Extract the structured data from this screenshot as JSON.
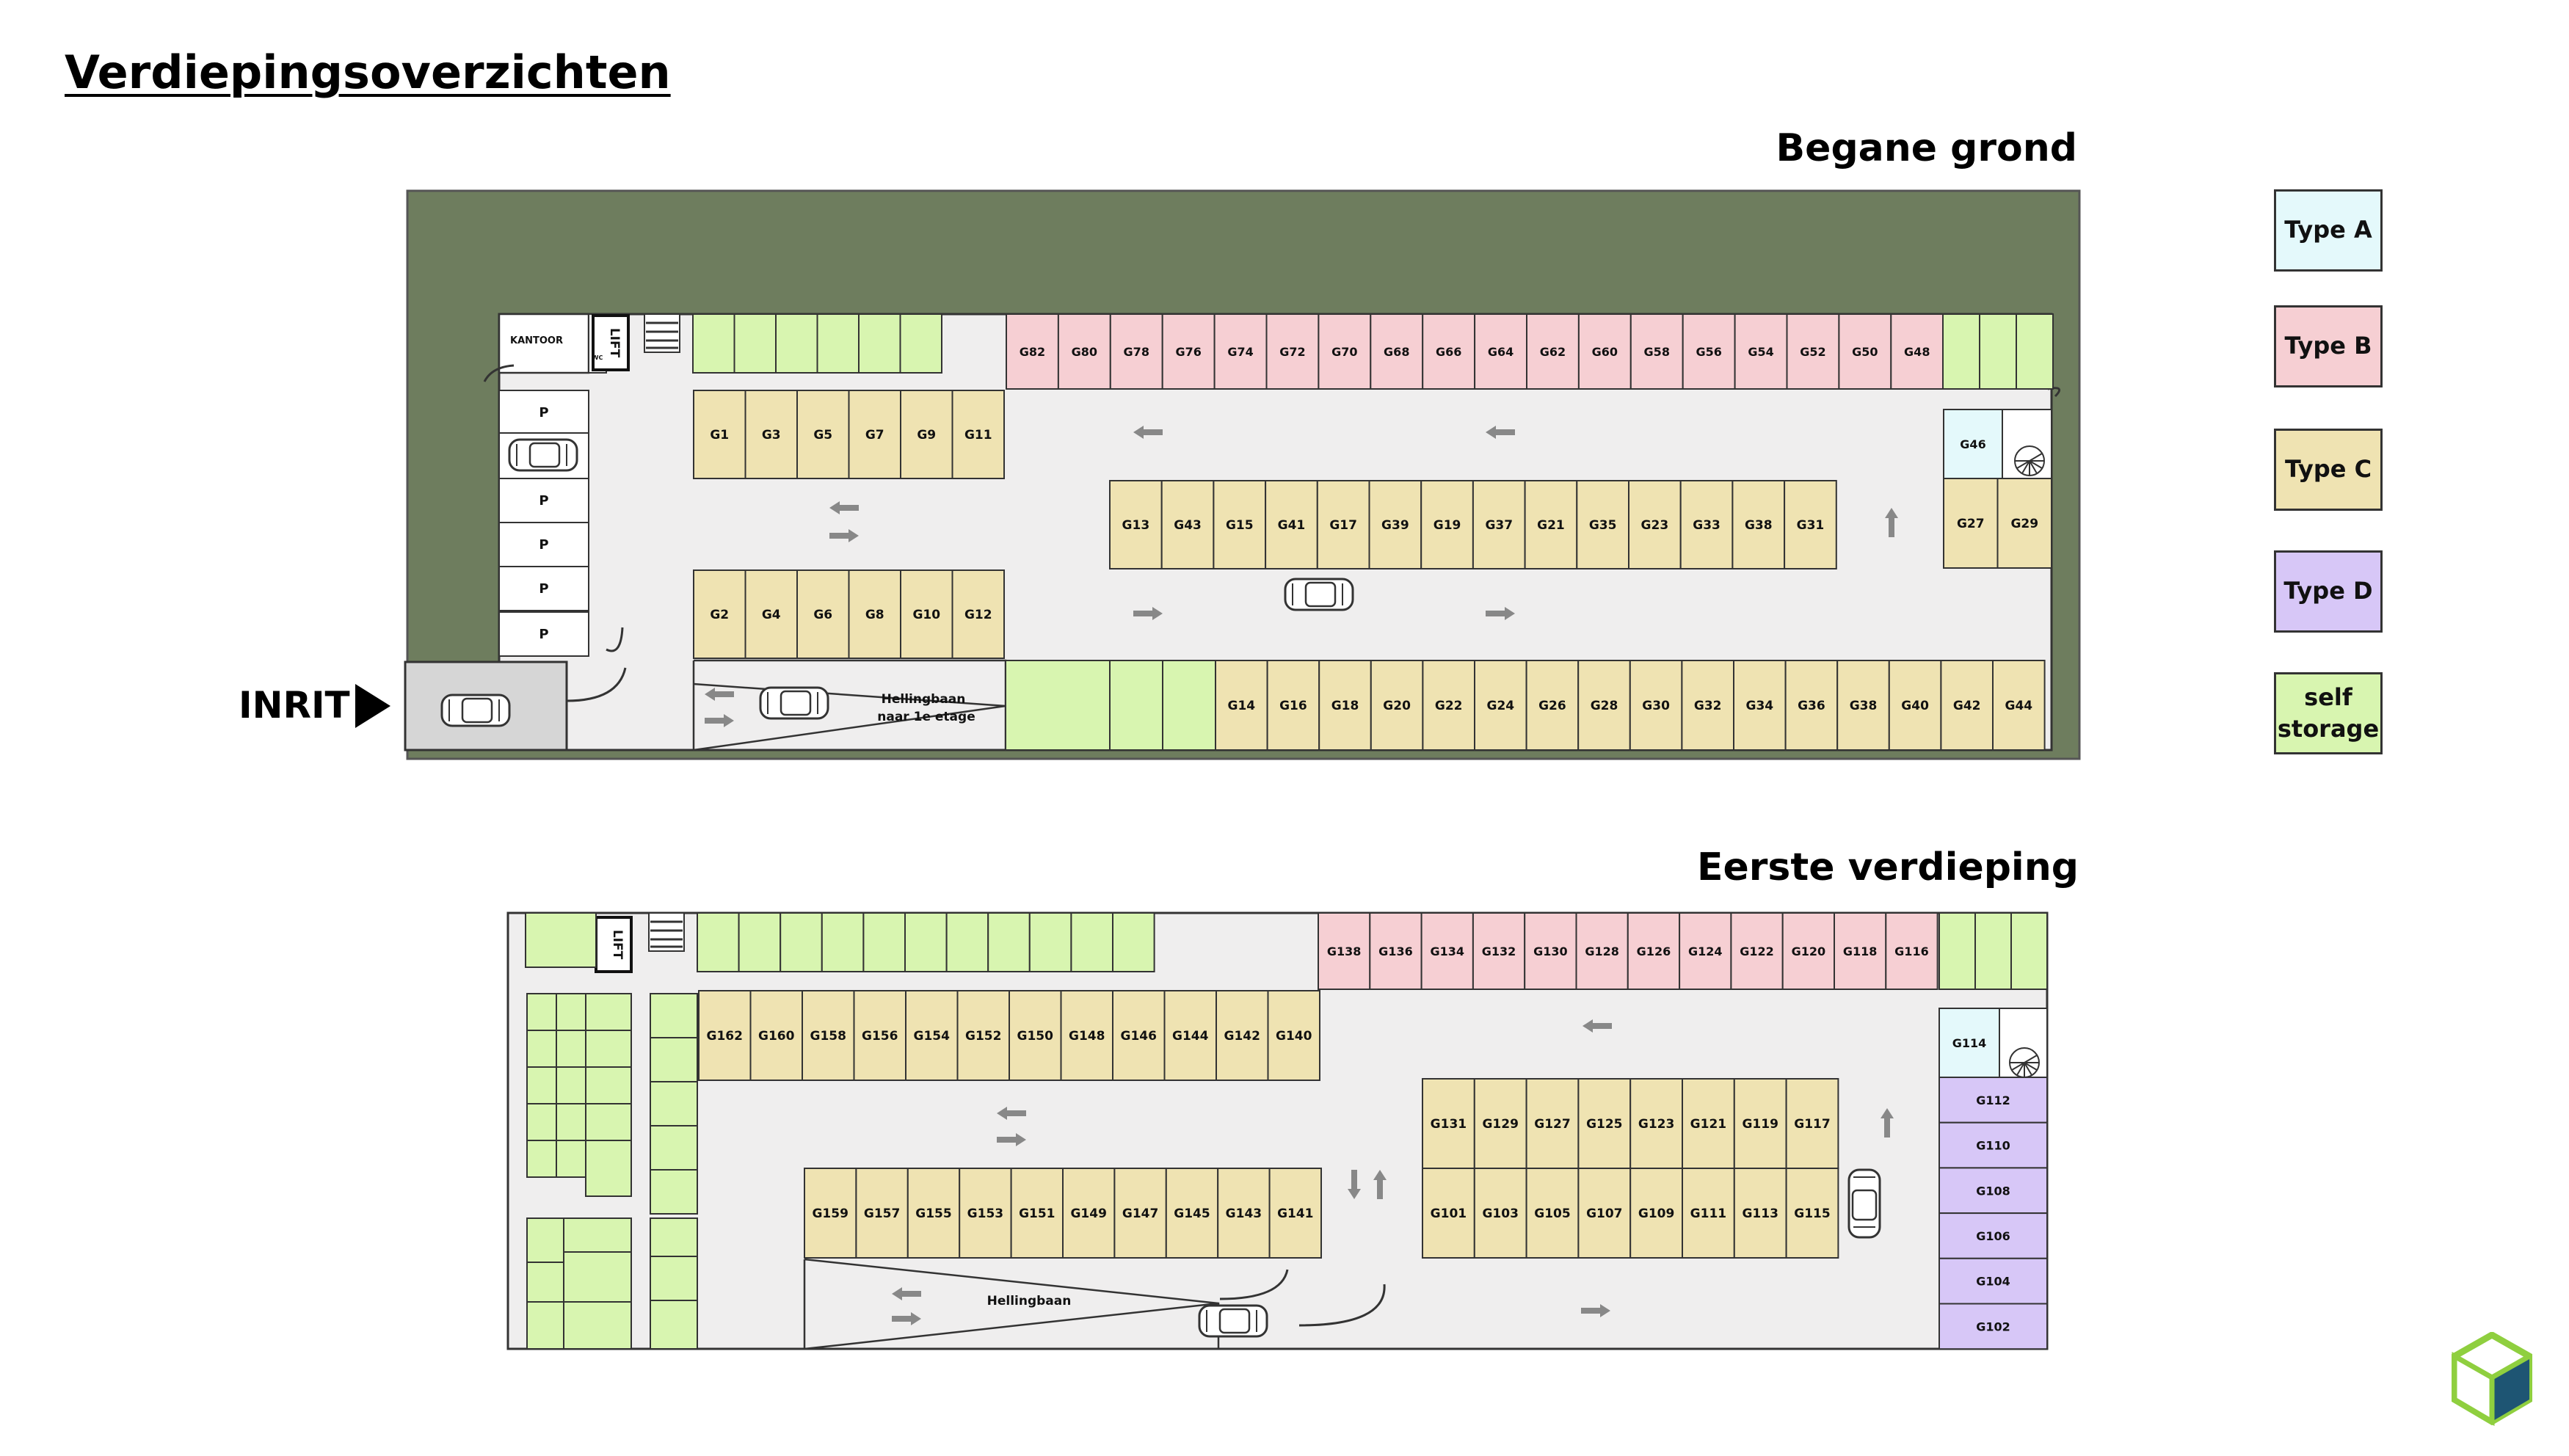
{
  "page": {
    "title": "Verdiepingsoverzichten",
    "entrance_label": "INRIT"
  },
  "colors": {
    "type_a": "#e4f9fb",
    "type_b": "#f6cfd3",
    "type_c": "#efe3b2",
    "type_d": "#d7c7f7",
    "self_storage": "#d8f5b0",
    "ground_surround": "#6e7d5e",
    "floor": "#efeeee"
  },
  "legend": [
    {
      "label": "Type A",
      "color": "#e4f9fb"
    },
    {
      "label": "Type B",
      "color": "#f6cfd3"
    },
    {
      "label": "Type C",
      "color": "#efe3b2"
    },
    {
      "label": "Type D",
      "color": "#d7c7f7"
    },
    {
      "label": "self storage",
      "color": "#d8f5b0"
    }
  ],
  "ground_floor": {
    "title": "Begane grond",
    "kantoor_label": "KANTOOR",
    "wc_label": "WC",
    "lift_label": "LIFT",
    "ramp_label_1": "Hellingbaan",
    "ramp_label_2": "naar 1e etage",
    "visitor_parking_label": "P",
    "row_top_b": [
      "G82",
      "G80",
      "G78",
      "G76",
      "G74",
      "G72",
      "G70",
      "G68",
      "G66",
      "G64",
      "G62",
      "G60",
      "G58",
      "G56",
      "G54",
      "G52",
      "G50",
      "G48"
    ],
    "row_island_upper": [
      "G1",
      "G3",
      "G5",
      "G7",
      "G9",
      "G11"
    ],
    "row_island_middle": [
      "G13",
      "G43",
      "G15",
      "G41",
      "G17",
      "G39",
      "G19",
      "G37",
      "G21",
      "G35",
      "G23",
      "G33",
      "G38",
      "G31"
    ],
    "row_island_lower": [
      "G2",
      "G4",
      "G6",
      "G8",
      "G10",
      "G12"
    ],
    "row_bottom": [
      "G14",
      "G16",
      "G18",
      "G20",
      "G22",
      "G24",
      "G26",
      "G28",
      "G30",
      "G32",
      "G34",
      "G36",
      "G38",
      "G40",
      "G42",
      "G44"
    ],
    "right_a": "G46",
    "right_c": [
      "G27",
      "G29"
    ]
  },
  "first_floor": {
    "title": "Eerste verdieping",
    "lift_label": "LIFT",
    "ramp_label": "Hellingbaan",
    "row_top_b": [
      "G138",
      "G136",
      "G134",
      "G132",
      "G130",
      "G128",
      "G126",
      "G124",
      "G122",
      "G120",
      "G118",
      "G116"
    ],
    "row_upper_c": [
      "G162",
      "G160",
      "G158",
      "G156",
      "G154",
      "G152",
      "G150",
      "G148",
      "G146",
      "G144",
      "G142",
      "G140"
    ],
    "row_lower_c": [
      "G159",
      "G157",
      "G155",
      "G153",
      "G151",
      "G149",
      "G147",
      "G145",
      "G143",
      "G141"
    ],
    "block_upper": [
      "G131",
      "G129",
      "G127",
      "G125",
      "G123",
      "G121",
      "G119",
      "G117"
    ],
    "block_lower": [
      "G101",
      "G103",
      "G105",
      "G107",
      "G109",
      "G111",
      "G113",
      "G115"
    ],
    "right_a": "G114",
    "right_d": [
      "G112",
      "G110",
      "G108",
      "G106",
      "G104",
      "G102"
    ]
  }
}
